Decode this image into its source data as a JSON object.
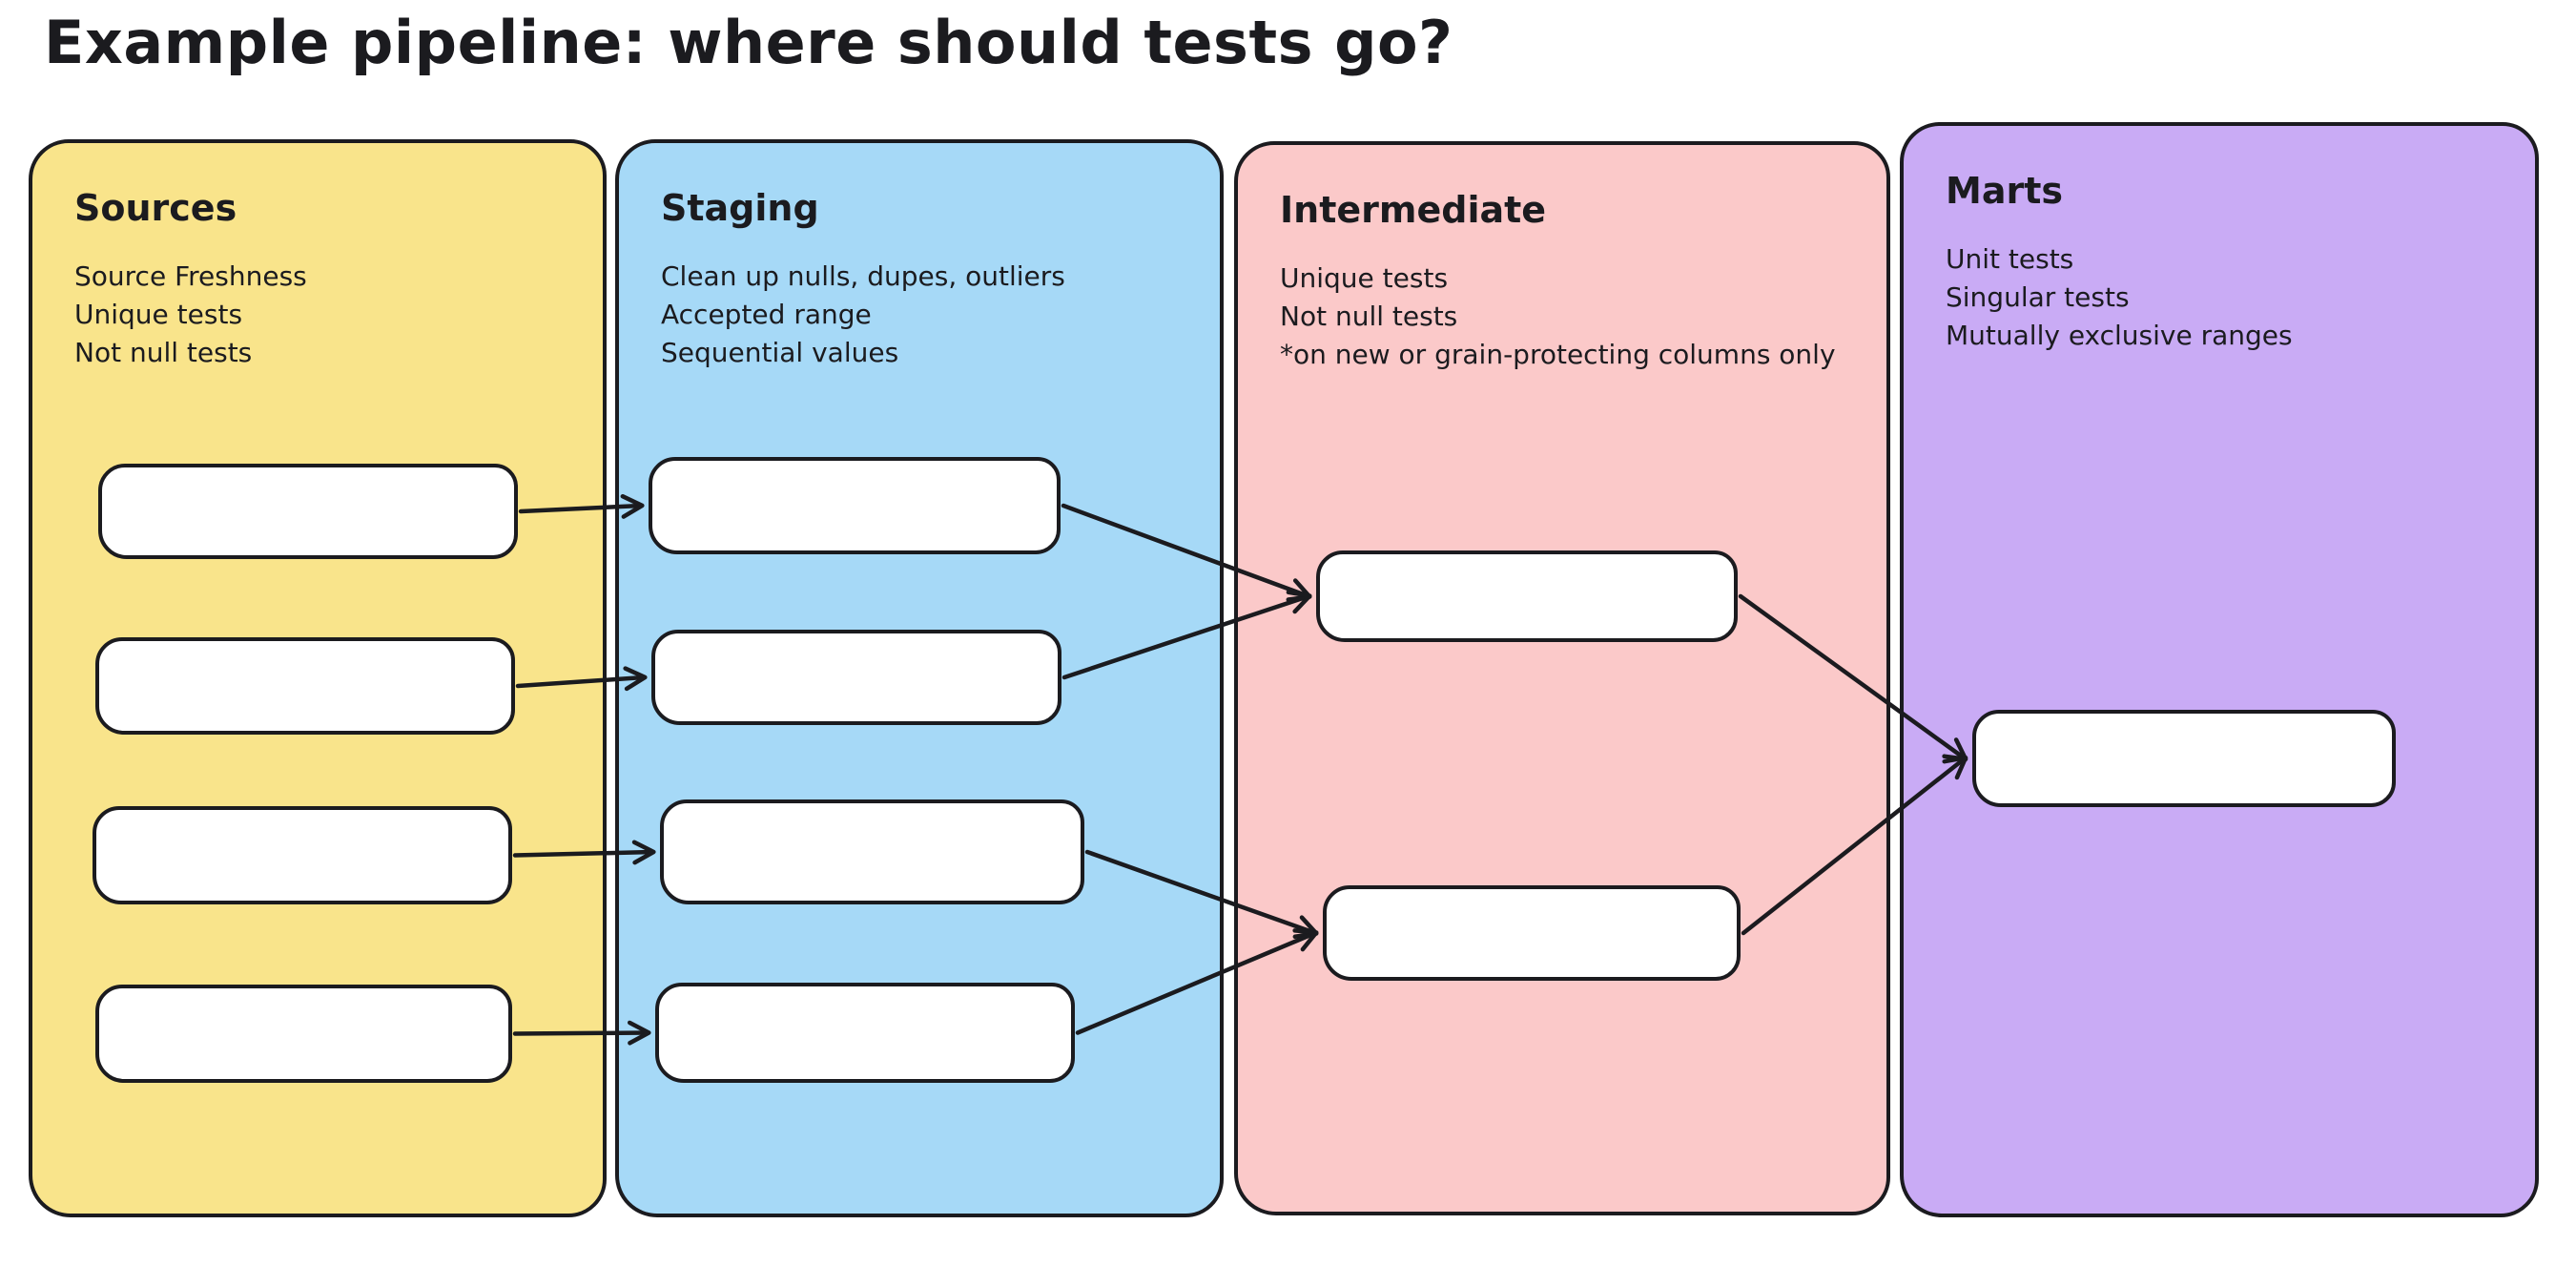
{
  "title": "Example pipeline: where should tests go?",
  "ink": "#1b1b1f",
  "columns": [
    {
      "id": "sources",
      "label": "Sources",
      "color": "#F9E48B",
      "notes": [
        "Source Freshness",
        "Unique tests",
        "Not null tests"
      ],
      "node_count": 4
    },
    {
      "id": "staging",
      "label": "Staging",
      "color": "#A6D9F7",
      "notes": [
        "Clean up nulls, dupes, outliers",
        "Accepted range",
        "Sequential values"
      ],
      "node_count": 4
    },
    {
      "id": "intermediate",
      "label": "Intermediate",
      "color": "#FBC9C9",
      "notes": [
        "Unique tests",
        "Not null tests",
        "*on new or grain-protecting columns only"
      ],
      "node_count": 2
    },
    {
      "id": "marts",
      "label": "Marts",
      "color": "#C9ABF5",
      "notes": [
        "Unit tests",
        "Singular tests",
        "Mutually exclusive ranges"
      ],
      "node_count": 1
    }
  ],
  "edges": [
    {
      "from": "sources-1",
      "to": "staging-1"
    },
    {
      "from": "sources-2",
      "to": "staging-2"
    },
    {
      "from": "sources-3",
      "to": "staging-3"
    },
    {
      "from": "sources-4",
      "to": "staging-4"
    },
    {
      "from": "staging-1",
      "to": "intermediate-1"
    },
    {
      "from": "staging-2",
      "to": "intermediate-1"
    },
    {
      "from": "staging-3",
      "to": "intermediate-2"
    },
    {
      "from": "staging-4",
      "to": "intermediate-2"
    },
    {
      "from": "intermediate-1",
      "to": "marts-1"
    },
    {
      "from": "intermediate-2",
      "to": "marts-1"
    }
  ]
}
